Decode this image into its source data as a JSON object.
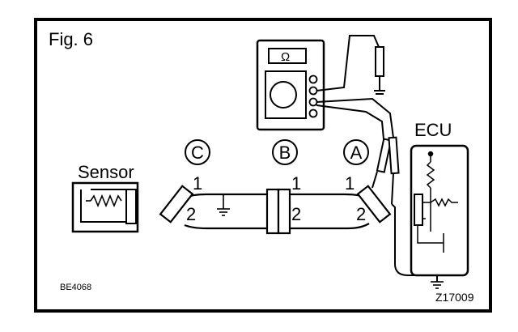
{
  "figure": {
    "label": "Fig. 6"
  },
  "components": {
    "sensor": "Sensor",
    "ecu": "ECU",
    "meter_display": "Ω"
  },
  "connectors": [
    {
      "id": "C",
      "pins": [
        "1",
        "2"
      ]
    },
    {
      "id": "B",
      "pins": [
        "1",
        "2"
      ]
    },
    {
      "id": "A",
      "pins": [
        "1",
        "2"
      ]
    }
  ],
  "codes": {
    "left": "BE4068",
    "right": "Z17009"
  }
}
